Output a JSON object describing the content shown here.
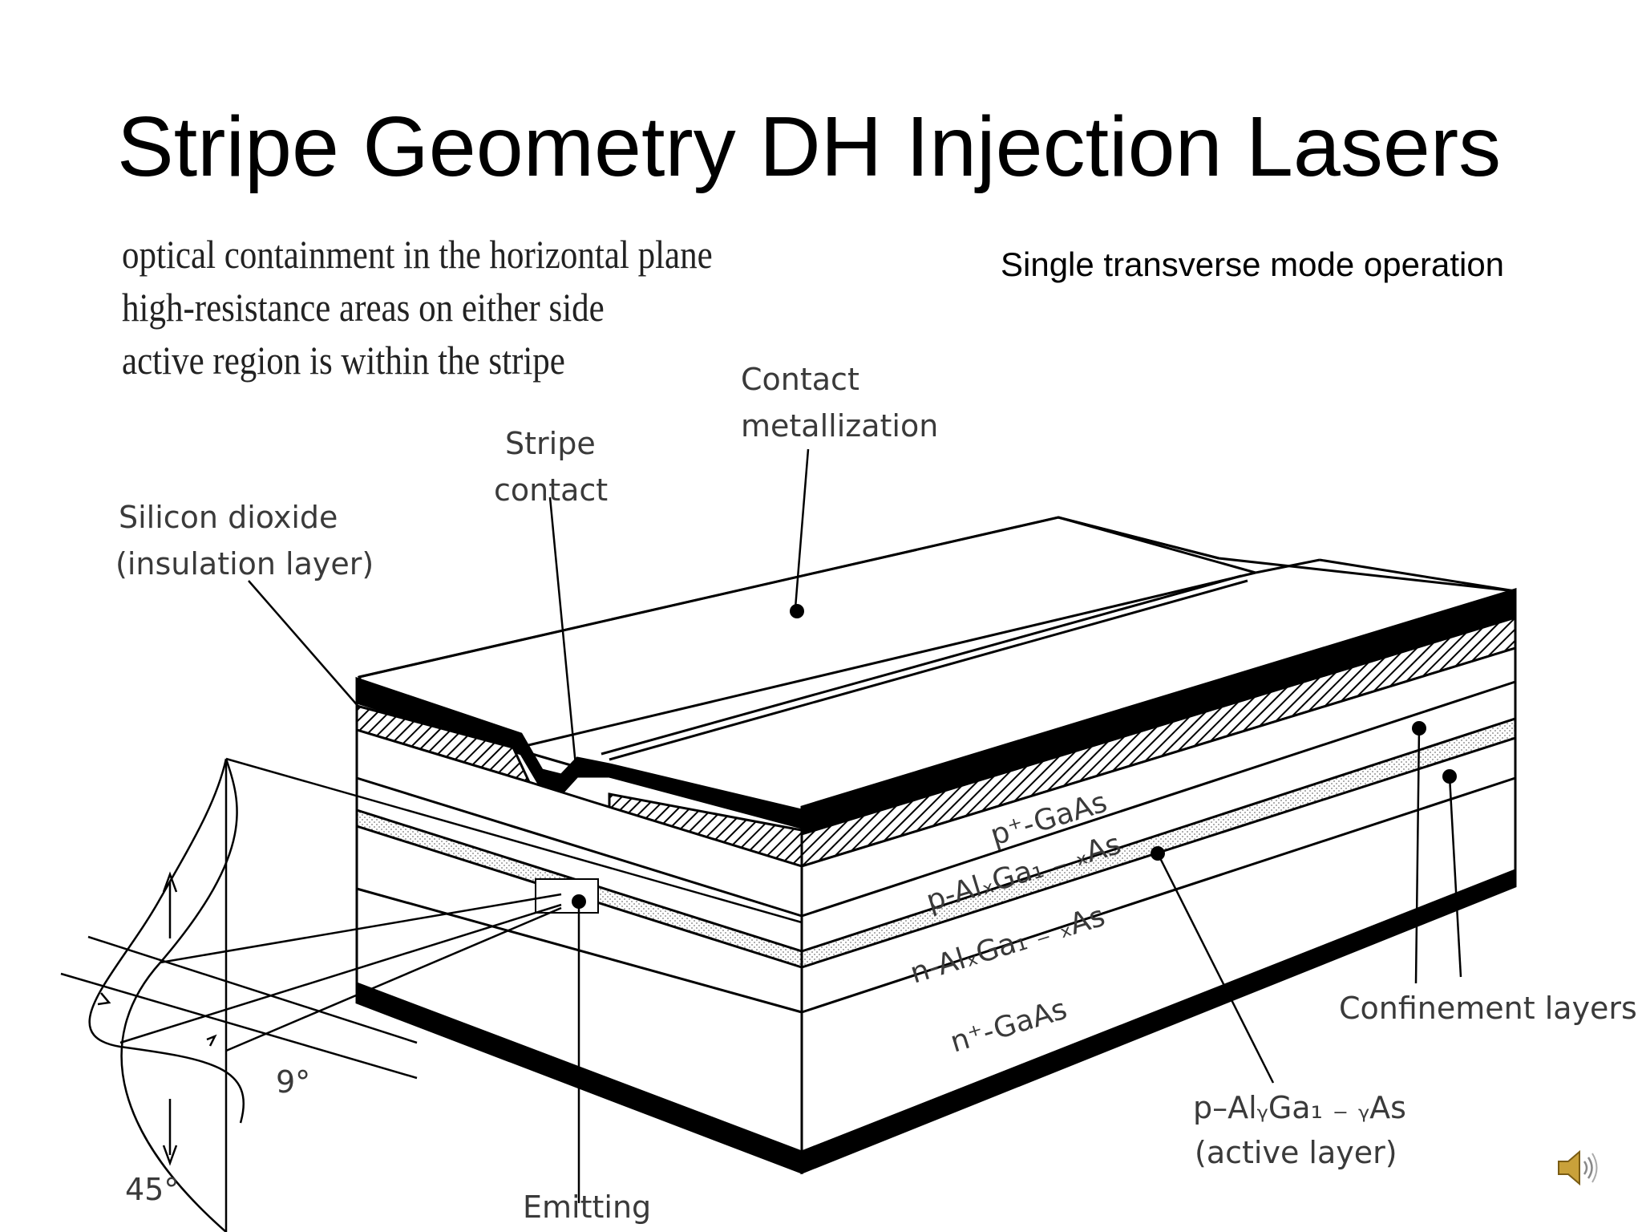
{
  "title": "Stripe Geometry DH Injection Lasers",
  "note": "Single transverse mode operation",
  "bullets": [
    "optical containment in the horizontal plane",
    "high-resistance areas on either side",
    "active region is within the stripe"
  ],
  "labels": {
    "contact_metallization_1": "Contact",
    "contact_metallization_2": "metallization",
    "stripe_contact_1": "Stripe",
    "stripe_contact_2": "contact",
    "silicon_dioxide_1": "Silicon dioxide",
    "silicon_dioxide_2": "(insulation layer)",
    "p_gaas": "p⁺-GaAs",
    "p_algaas": "p-AlₓGa₁ ₋ ₓAs",
    "n_algaas": "n-AlₓGa₁ ₋ ₓAs",
    "n_gaas": "n⁺-GaAs",
    "confinement_layers": "Confinement layers",
    "active_layer_1": "p–AlᵧGa₁ ₋ ᵧAs",
    "active_layer_2": "(active layer)",
    "angle_9": "9°",
    "angle_45": "45°",
    "emitting": "Emitting"
  },
  "colors": {
    "ink": "#000000",
    "label_gray": "#3a3a3a",
    "speaker_gold": "#c9a13a"
  },
  "icons": {
    "audio": "speaker-icon"
  }
}
